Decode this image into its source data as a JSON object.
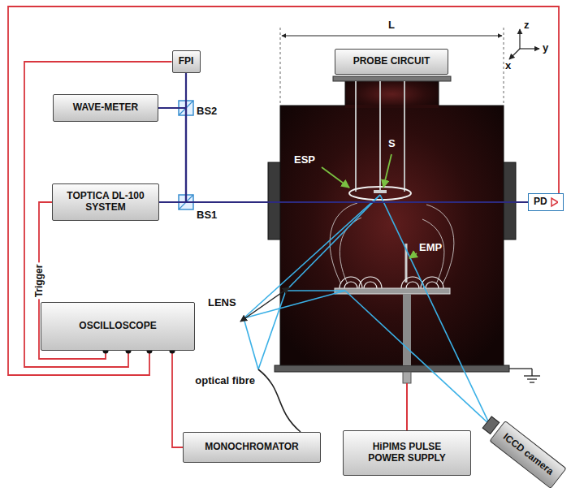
{
  "diagram": {
    "nodes": [
      {
        "text": [
          "FPI"
        ]
      },
      {
        "text": [
          "WAVE-METER"
        ]
      },
      {
        "text": [
          "TOPTICA DL-100 SYSTEM"
        ]
      },
      {
        "text": [
          "PROBE CIRCUIT"
        ]
      },
      {
        "text": [
          "PD"
        ]
      },
      {
        "text": [
          "OSCILLOSCOPE"
        ]
      },
      {
        "text": [
          "MONOCHROMATOR"
        ]
      },
      {
        "text": [
          "HiPIMS PULSE POWER SUPPLY"
        ]
      },
      {
        "text": [
          "ICCD camera"
        ]
      }
    ],
    "edges": [
      {
        "from": 2,
        "to": 4,
        "arrow": "none"
      },
      {
        "from": 2,
        "to": 1,
        "arrow": "none"
      },
      {
        "from": 2,
        "to": 0,
        "arrow": "none"
      },
      {
        "from": 0,
        "to": 5,
        "arrow": "none"
      },
      {
        "from": 2,
        "to": 5,
        "label": "Trigger",
        "arrow": "none"
      },
      {
        "from": 4,
        "to": 5,
        "arrow": "none"
      },
      {
        "from": 6,
        "to": 5,
        "arrow": "none"
      }
    ],
    "labels": [
      "L",
      "z",
      "y",
      "x",
      "ESP",
      "S",
      "EMP",
      "BS2",
      "BS1",
      "LENS",
      "optical fibre"
    ]
  }
}
